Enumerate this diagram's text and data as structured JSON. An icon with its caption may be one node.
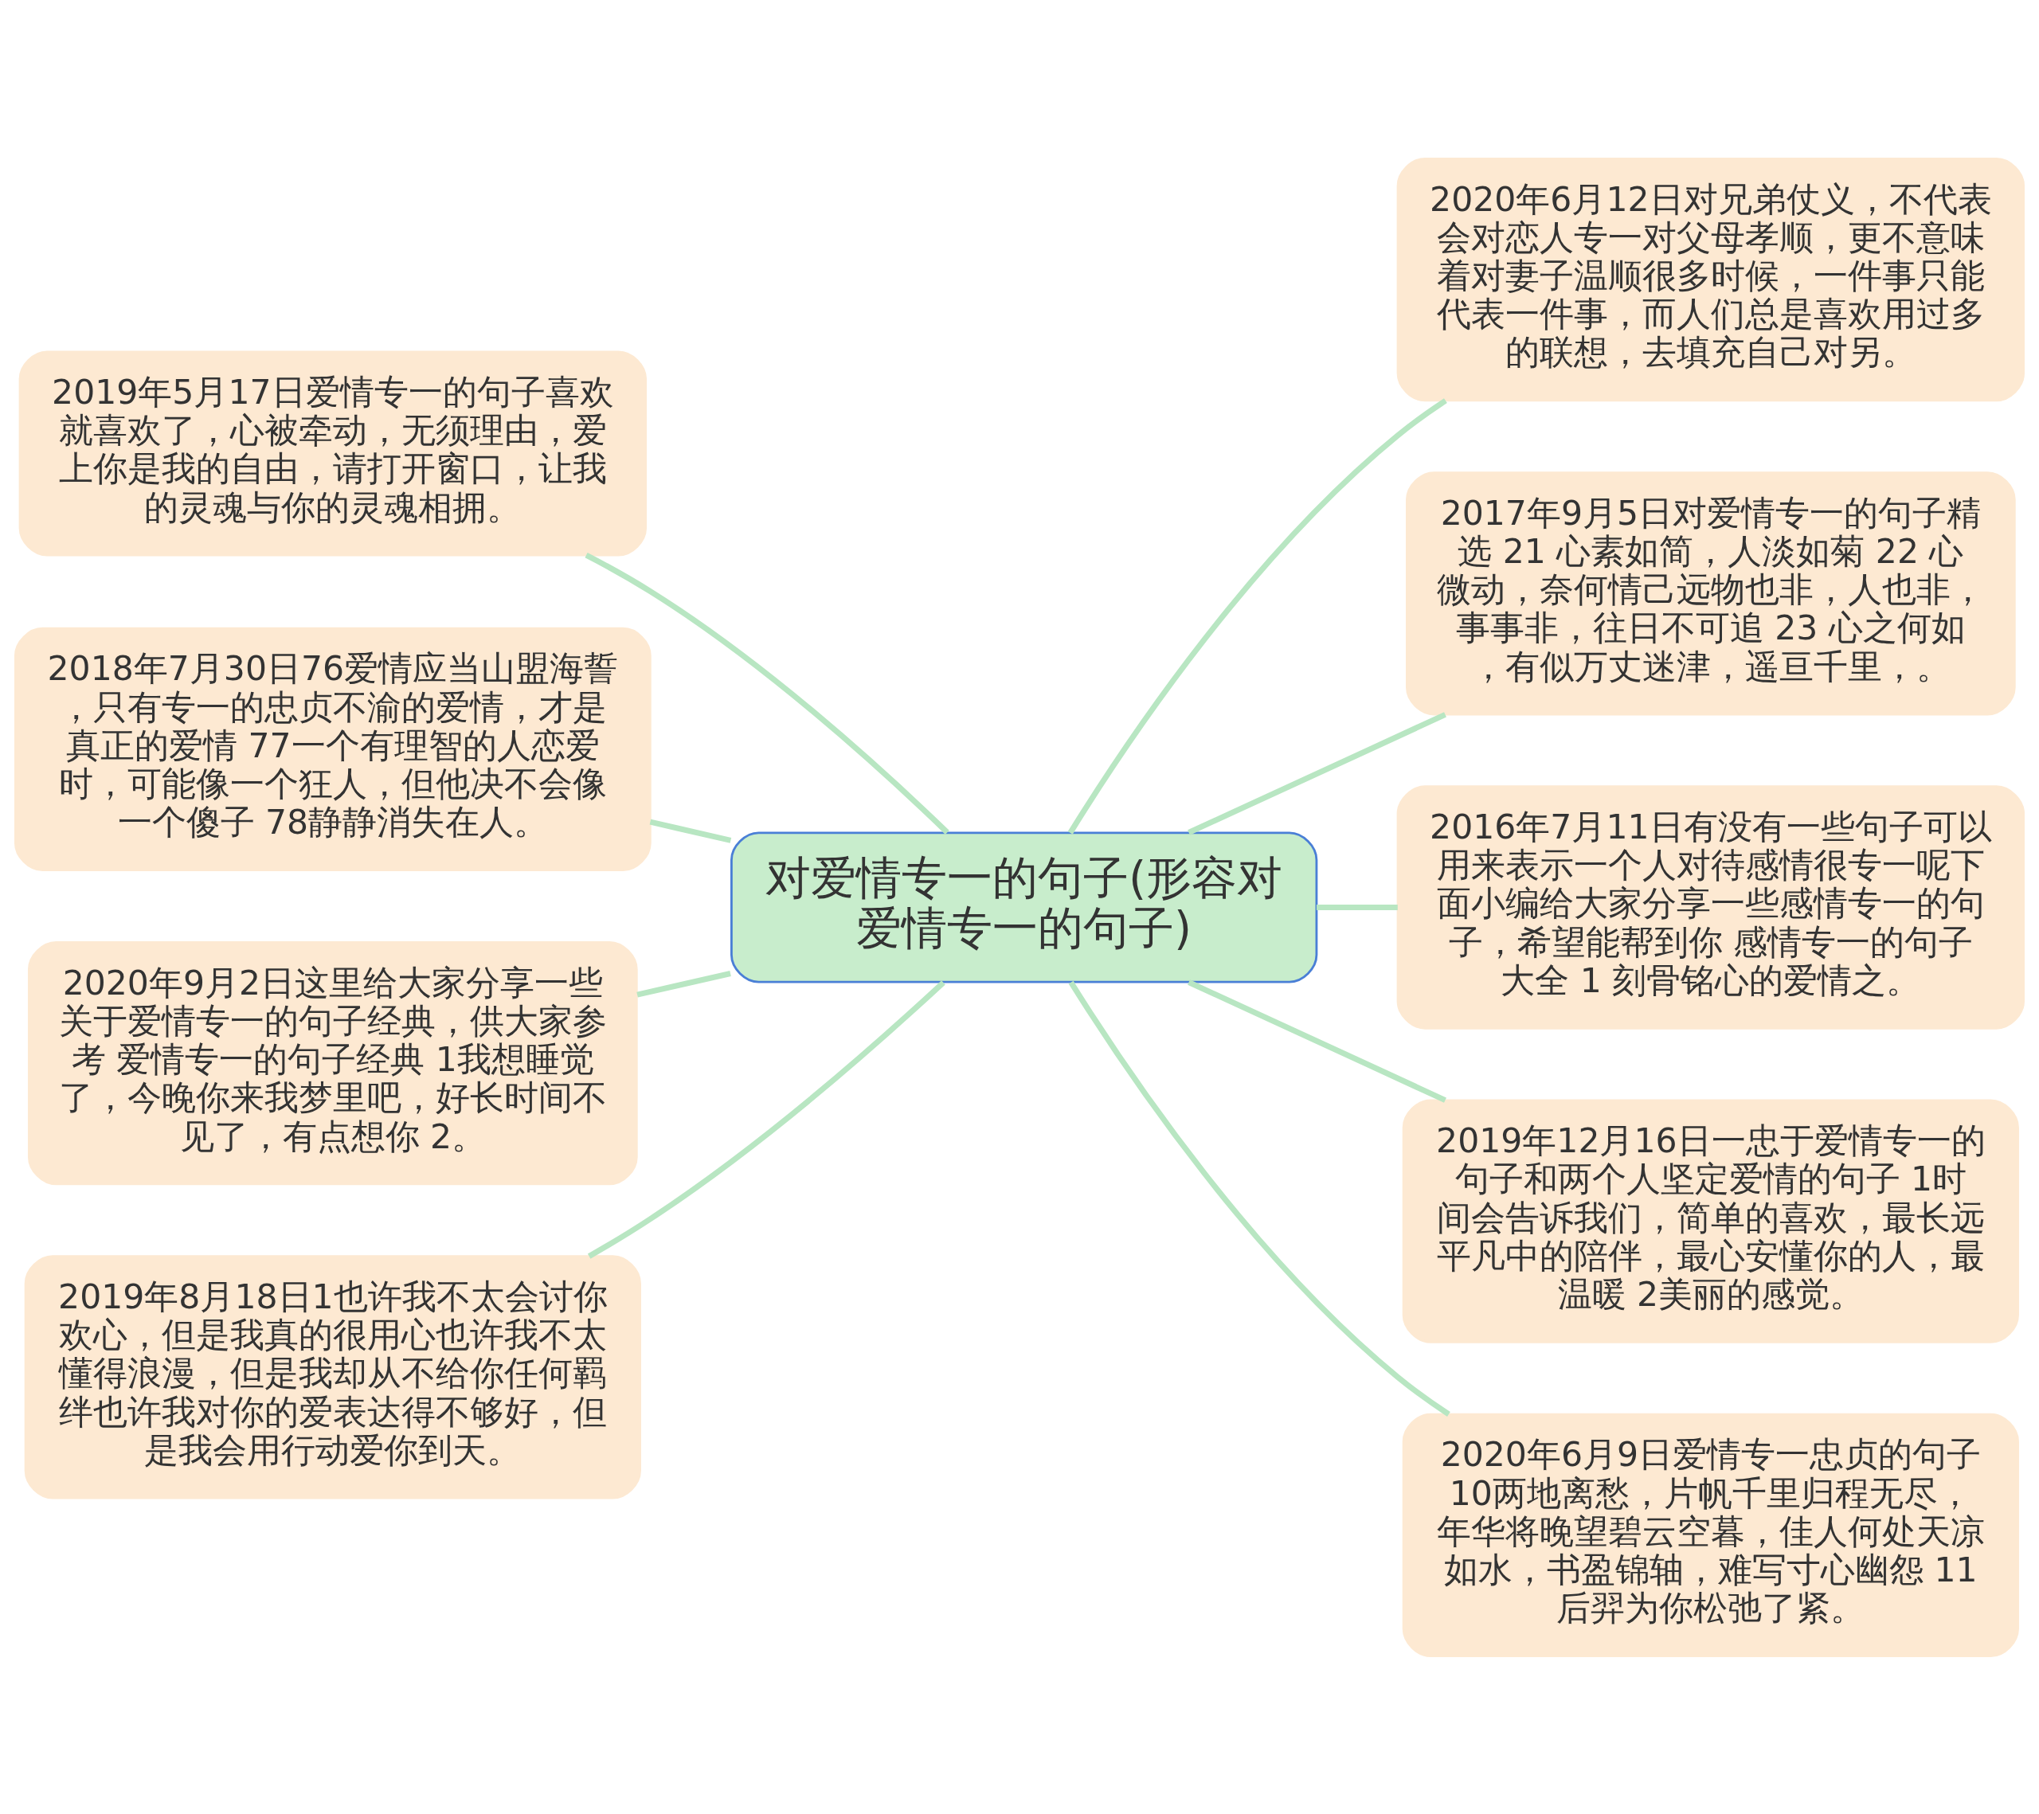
{
  "diagram": {
    "nodes": [
      {
        "text": [
          "对爱情专一的句子(形容对爱情专一的句子)"
        ]
      },
      {
        "text": [
          "2019年5月17日爱情专一的句子喜欢就喜欢了，心被牵动，无须理由，爱上你是我的自由，请打开窗口，让我的灵魂与你的灵魂相拥。"
        ]
      },
      {
        "text": [
          "2018年7月30日76爱情应当山盟海誓，只有专一的忠贞不渝的爱情，才是真正的爱情 77一个有理智的人恋爱时，可能像一个狂人，但他决不会像一个傻子 78静静消失在人。"
        ]
      },
      {
        "text": [
          "2020年9月2日这里给大家分享一些关于爱情专一的句子经典，供大家参考 爱情专一的句子经典 1我想睡觉了，今晚你来我梦里吧，好长时间不见了，有点想你 2。"
        ]
      },
      {
        "text": [
          "2019年8月18日1也许我不太会讨你欢心，但是我真的很用心也许我不太懂得浪漫，但是我却从不给你任何羁绊也许我对你的爱表达得不够好，但是我会用行动爱你到天。"
        ]
      },
      {
        "text": [
          "2020年6月12日对兄弟仗义，不代表会对恋人专一对父母孝顺，更不意味着对妻子温顺很多时候，一件事只能代表一件事，而人们总是喜欢用过多的联想，去填充自己对另。"
        ]
      },
      {
        "text": [
          "2017年9月5日对爱情专一的句子精选 21 心素如简，人淡如菊 22 心微动，奈何情己远物也非，人也非，事事非，往日不可追 23 心之何如，有似万丈迷津，遥亘千里，。"
        ]
      },
      {
        "text": [
          "2016年7月11日有没有一些句子可以用来表示一个人对待感情很专一呢下面小编给大家分享一些感情专一的句子，希望能帮到你 感情专一的句子大全 1 刻骨铭心的爱情之。"
        ]
      },
      {
        "text": [
          "2019年12月16日一忠于爱情专一的句子和两个人坚定爱情的句子 1时间会告诉我们，简单的喜欢，最长远平凡中的陪伴，最心安懂你的人，最温暖 2美丽的感觉。"
        ]
      },
      {
        "text": [
          "2020年6月9日爱情专一忠贞的句子 10两地离愁，片帆千里归程无尽，年华将晚望碧云空暮，佳人何处天凉如水，书盈锦轴，难写寸心幽怨 11后羿为你松弛了紧。"
        ]
      }
    ],
    "edges": [
      {
        "from": 0,
        "to": 1,
        "arrow": "none"
      },
      {
        "from": 0,
        "to": 2,
        "arrow": "none"
      },
      {
        "from": 0,
        "to": 3,
        "arrow": "none"
      },
      {
        "from": 0,
        "to": 4,
        "arrow": "none"
      },
      {
        "from": 0,
        "to": 5,
        "arrow": "none"
      },
      {
        "from": 0,
        "to": 6,
        "arrow": "none"
      },
      {
        "from": 0,
        "to": 7,
        "arrow": "none"
      },
      {
        "from": 0,
        "to": 8,
        "arrow": "none"
      },
      {
        "from": 0,
        "to": 9,
        "arrow": "none"
      }
    ]
  }
}
